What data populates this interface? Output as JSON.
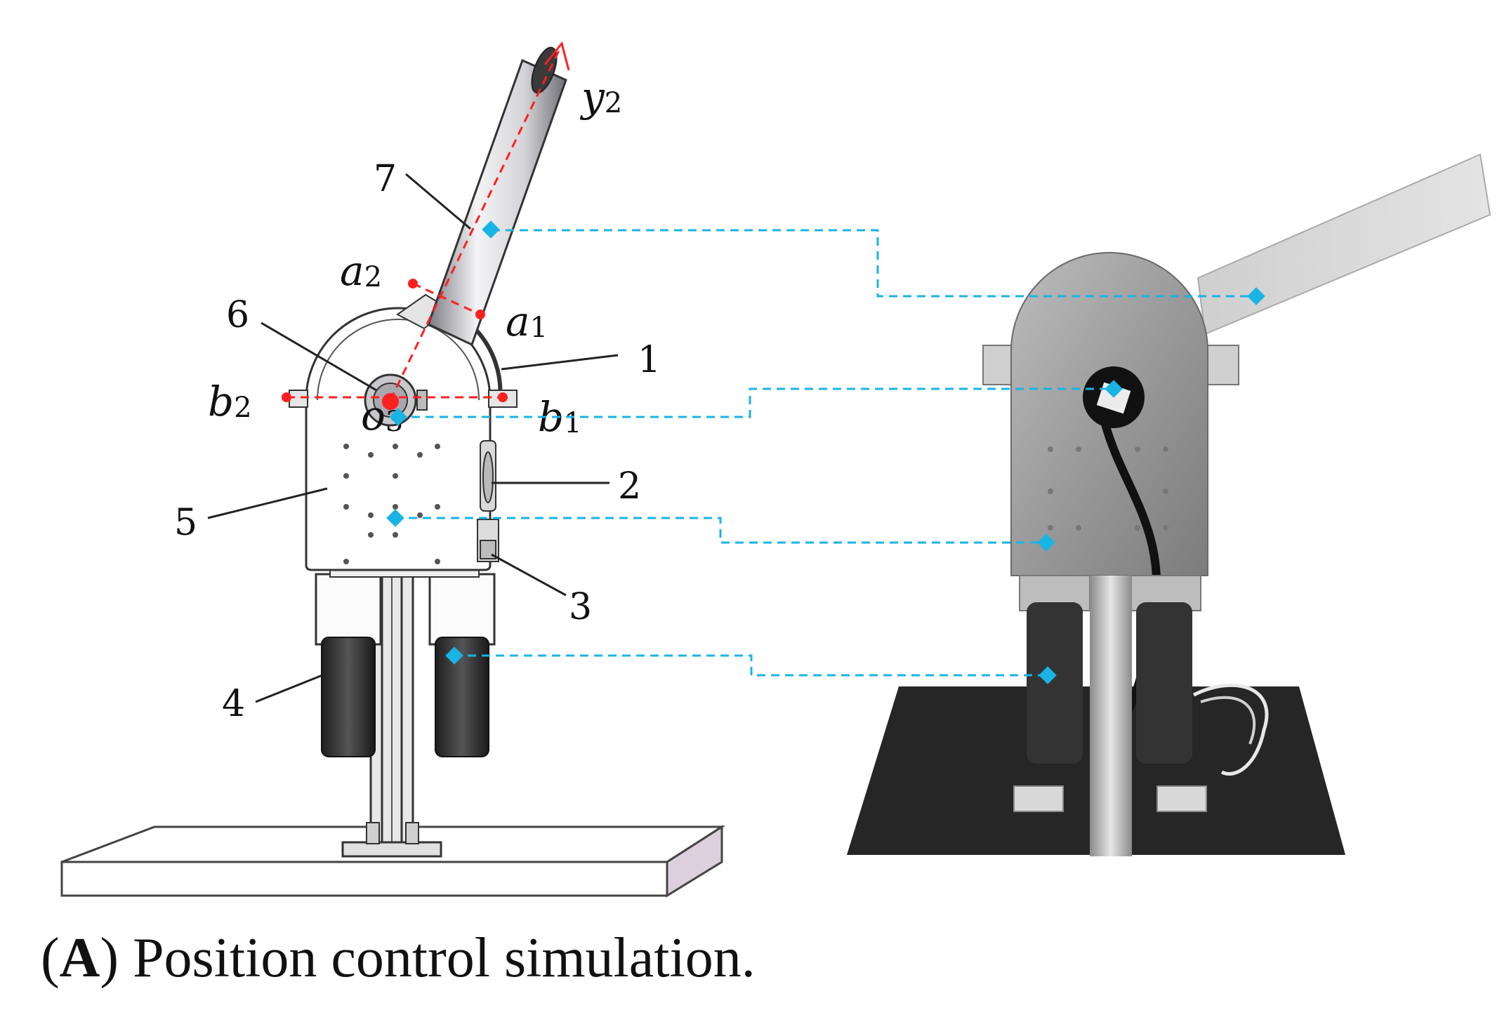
{
  "diagram": {
    "part_labels": [
      "1",
      "2",
      "3",
      "4",
      "5",
      "6",
      "7"
    ],
    "axis_label": {
      "base": "y",
      "sub": "2"
    },
    "point_labels": [
      {
        "base": "a",
        "sub": "2"
      },
      {
        "base": "a",
        "sub": "1"
      },
      {
        "base": "b",
        "sub": "2"
      },
      {
        "base": "b",
        "sub": "1"
      },
      {
        "base": "o",
        "sub": "3"
      }
    ],
    "colors": {
      "axis_red": "#ff2020",
      "connector_cyan": "#18b4e6",
      "photo_base": "#262626",
      "cylinder_dark": "#333333"
    }
  },
  "caption": {
    "open_paren": "(",
    "letter": "A",
    "close_paren": ")",
    "text": " Position control simulation."
  }
}
